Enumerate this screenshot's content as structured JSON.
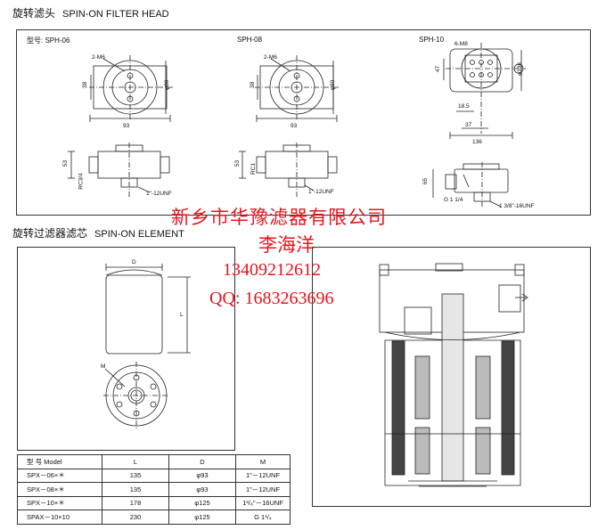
{
  "head_section": {
    "title_cn": "旋转滤头",
    "title_en": "SPIN-ON FILTER HEAD",
    "models": [
      {
        "label": "型号: SPH-06",
        "bolt": "2-M6",
        "dim_a": "38",
        "dim_b": "φ80",
        "dim_c": "93",
        "dim_d": "53",
        "dim_e": "RC3/4",
        "thread": "1\"-12UNF"
      },
      {
        "label": "SPH-08",
        "bolt": "2-M6",
        "dim_a": "38",
        "dim_b": "φ80",
        "dim_c": "93",
        "dim_d": "53",
        "dim_e": "RC1",
        "thread": "1\"-12UNF"
      },
      {
        "label": "SPH-10",
        "bolt": "6-M8",
        "dim_a": "47",
        "dim_b": "φ136",
        "dim_c": "18.5",
        "dim_d": "37",
        "dim_e": "136",
        "dim_f": "65",
        "dim_g": "G 1 1/4",
        "thread": "1 3/8\"-16UNF"
      }
    ]
  },
  "element_section": {
    "title_cn": "旋转过滤器滤芯",
    "title_en": "SPIN-ON ELEMENT",
    "labels": {
      "d": "D",
      "l": "L",
      "m": "M"
    },
    "table": {
      "headers": [
        "型 号 Model",
        "L",
        "D",
        "M"
      ],
      "rows": [
        [
          "SPX－06×＊",
          "135",
          "φ93",
          "1\"－12UNF"
        ],
        [
          "SPX－08×＊",
          "135",
          "φ93",
          "1\"－12UNF"
        ],
        [
          "SPX－10×＊",
          "178",
          "φ125",
          "1³/₈\"－16UNF"
        ],
        [
          "SPAX－10×10",
          "230",
          "φ125",
          "G 1¹/₄"
        ]
      ]
    }
  },
  "watermark": {
    "company": "新乡市华豫滤器有限公司",
    "person": "李海洋",
    "phone": "13409212612",
    "qq": "QQ: 1683263696",
    "color": "#e8141c"
  }
}
